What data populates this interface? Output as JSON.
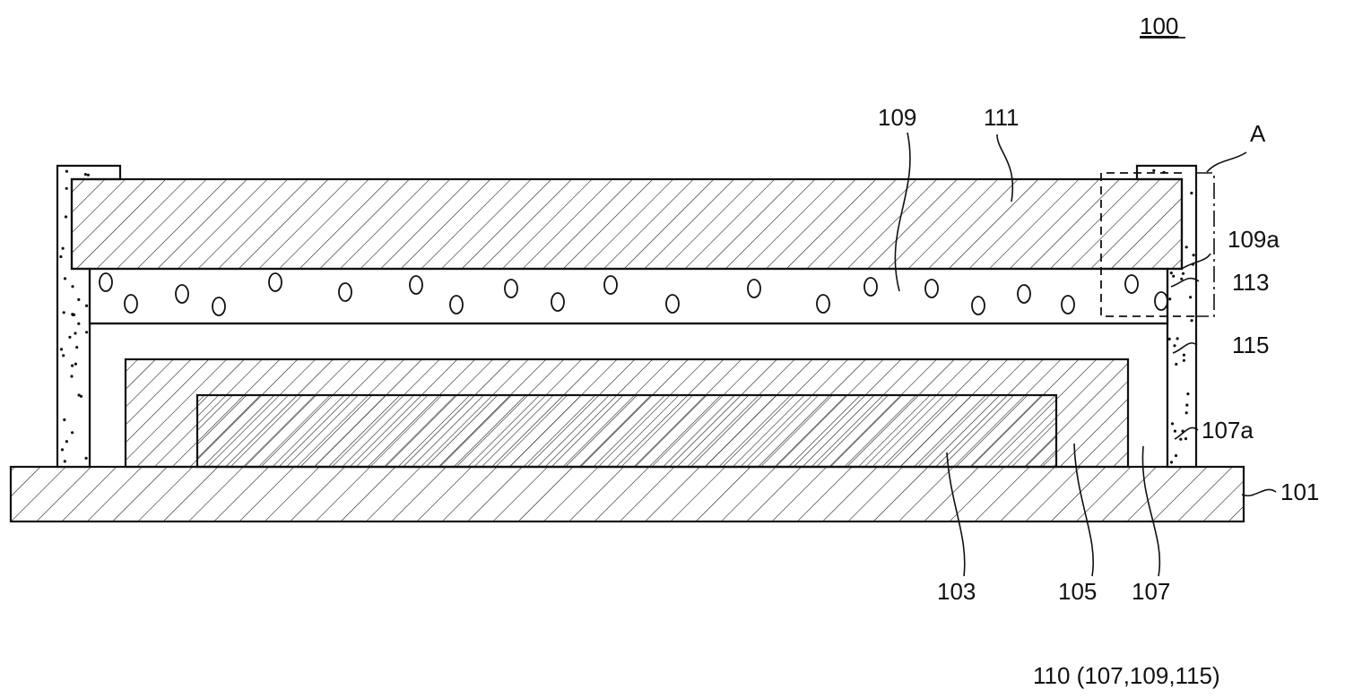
{
  "figure": {
    "ref_main": "100",
    "ref_composite": "110 (107,109,115)",
    "labels": {
      "l109": "109",
      "l111": "111",
      "lA": "A",
      "l109a": "109a",
      "l113": "113",
      "l115": "115",
      "l107a": "107a",
      "l101": "101",
      "l103": "103",
      "l105": "105",
      "l107": "107"
    }
  },
  "colors": {
    "ink": "#111111",
    "background": "#ffffff"
  }
}
